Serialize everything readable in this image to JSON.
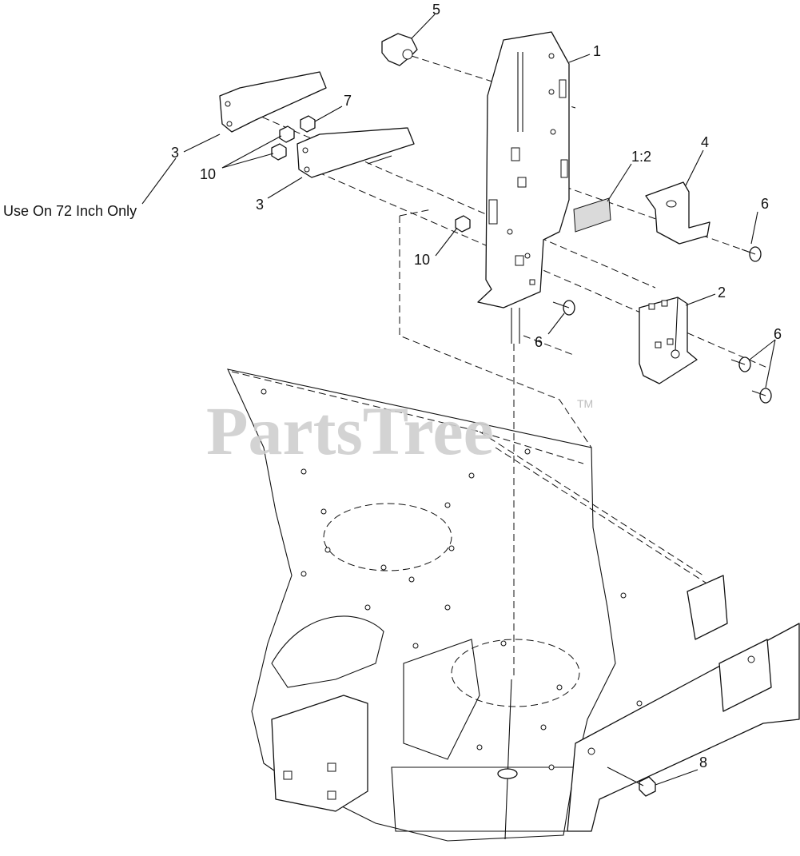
{
  "watermark": {
    "text": "PartsTree",
    "trademark": "TM"
  },
  "callouts": [
    {
      "id": "c1",
      "label": "1"
    },
    {
      "id": "c1-2",
      "label": "1:2"
    },
    {
      "id": "c2",
      "label": "2"
    },
    {
      "id": "c3-upper",
      "label": "3"
    },
    {
      "id": "c3-lower",
      "label": "3"
    },
    {
      "id": "c4",
      "label": "4"
    },
    {
      "id": "c5",
      "label": "5"
    },
    {
      "id": "c6-a",
      "label": "6"
    },
    {
      "id": "c6-b",
      "label": "6"
    },
    {
      "id": "c6-c",
      "label": "6"
    },
    {
      "id": "c7",
      "label": "7"
    },
    {
      "id": "c8",
      "label": "8"
    },
    {
      "id": "c10-a",
      "label": "10"
    },
    {
      "id": "c10-b",
      "label": "10"
    }
  ],
  "note": {
    "text": "Use On 72 Inch Only"
  }
}
